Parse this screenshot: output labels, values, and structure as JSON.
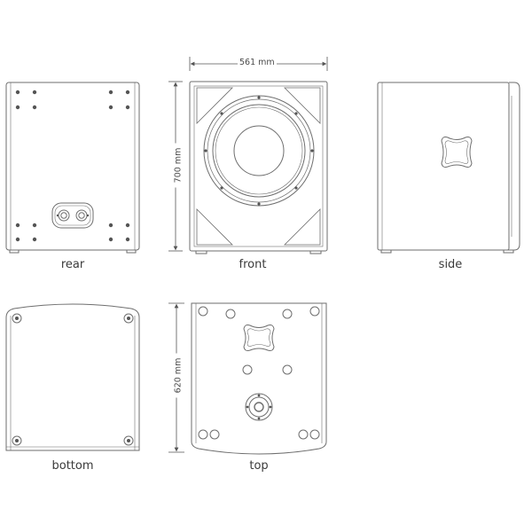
{
  "views": {
    "rear": "rear",
    "front": "front",
    "side": "side",
    "bottom": "bottom",
    "top": "top"
  },
  "dimensions": {
    "width": "561 mm",
    "height": "700 mm",
    "depth": "620 mm"
  },
  "colors": {
    "line": "#6e6e6e",
    "fill": "#ffffff"
  }
}
